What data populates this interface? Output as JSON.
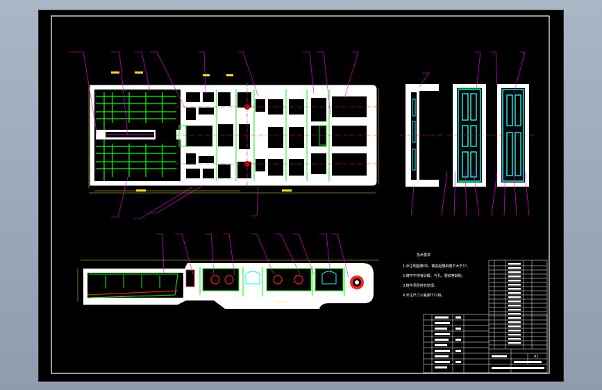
{
  "drawing": {
    "notes_heading": "技术要求",
    "notes": [
      "1.未注明圆角R5，铸造起模斜度不大于1°。",
      "2.铸件不得有砂眼、气孔、裂纹等缺陷。",
      "3.铸件须经时效处理。",
      "4.未注尺寸公差按IT12级。"
    ],
    "sheet_size": "A1"
  },
  "colors": {
    "background": "#000000",
    "outline": "#ffffff",
    "leader": "#ff00ff",
    "centerline": "#ff2020",
    "part": "#00ff00",
    "section": "#00ffff",
    "dimension": "#ffe000"
  }
}
